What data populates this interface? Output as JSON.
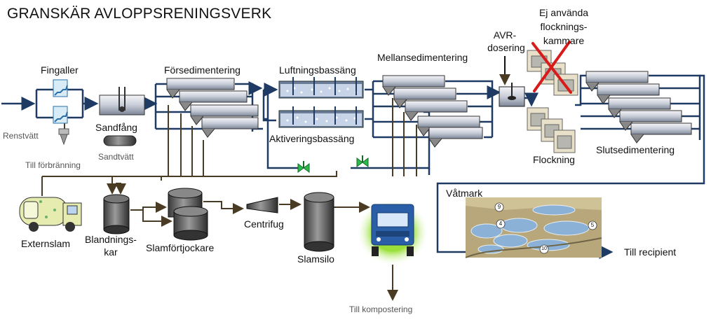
{
  "title": "GRANSKÄR AVLOPPSRENINGSVERK",
  "labels": {
    "fingaller": "Fingaller",
    "sandfang": "Sandfång",
    "renstvatt": "Renstvätt",
    "sandtvatt": "Sandtvätt",
    "till_forbranning": "Till förbränning",
    "forsedimentering": "Försedimentering",
    "luftningsbassang": "Luftningsbassäng",
    "aktiveringsbassang": "Aktiveringsbassäng",
    "mellansedimentering": "Mellansedimentering",
    "avr_line1": "AVR-",
    "avr_line2": "dosering",
    "ej_line1": "Ej använda",
    "ej_line2": "flocknings-",
    "ej_line3": "kammare",
    "flockning": "Flockning",
    "slutsedimentering": "Slutsedimentering",
    "externslam": "Externslam",
    "blandnings_line1": "Blandnings-",
    "blandnings_line2": "kar",
    "slamfortjockare": "Slamförtjockare",
    "centrifug": "Centrifug",
    "slamsilo": "Slamsilo",
    "till_kompostering": "Till kompostering",
    "vatmark": "Våtmark",
    "till_recipient": "Till recipient"
  },
  "map_numbers": [
    "9",
    "4",
    "5",
    "10"
  ],
  "colors": {
    "pipe": "#1f3b64",
    "sludge": "#4a3c24",
    "tank": "#6b7d99",
    "cross": "#d81a1a",
    "truck": "#2a5fa8",
    "green_glow": "#9be03a",
    "valve": "#2db84a"
  }
}
